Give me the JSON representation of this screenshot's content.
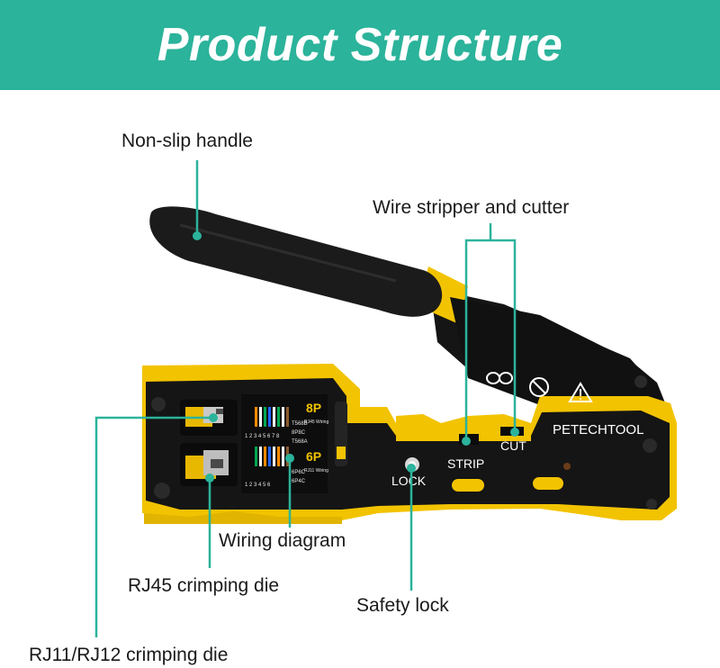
{
  "header": {
    "title": "Product Structure"
  },
  "labels": {
    "handle": "Non-slip handle",
    "stripper": "Wire stripper and cutter",
    "wiring": "Wiring diagram",
    "rj45": "RJ45 crimping die",
    "lock": "Safety lock",
    "rj11": "RJ11/RJ12 crimping die"
  },
  "tool_markings": {
    "brand": "PETECHTOOL",
    "strip": "STRIP",
    "cut": "CUT",
    "lock": "LOCK",
    "die_8p": "8P",
    "die_6p": "6P",
    "t568b": "T568B",
    "t568a": "T568A",
    "rj45_wiring": "RJ45 Wiring",
    "rj11_wiring": "RJ11 Wiring",
    "p8c": "8P8C",
    "p6c": "6P6C",
    "p4c": "6P4C",
    "pin_numbers_8": "1 2 3 4 5 6 7 8",
    "pin_numbers_6": "1 2 3 4 5 6"
  },
  "colors": {
    "banner": "#2bb39b",
    "leader_line": "#2bb39b",
    "tool_yellow": "#f2c300",
    "tool_black": "#151515"
  },
  "icons": [
    "goggles-icon",
    "no-pacemaker-icon",
    "warning-icon"
  ]
}
